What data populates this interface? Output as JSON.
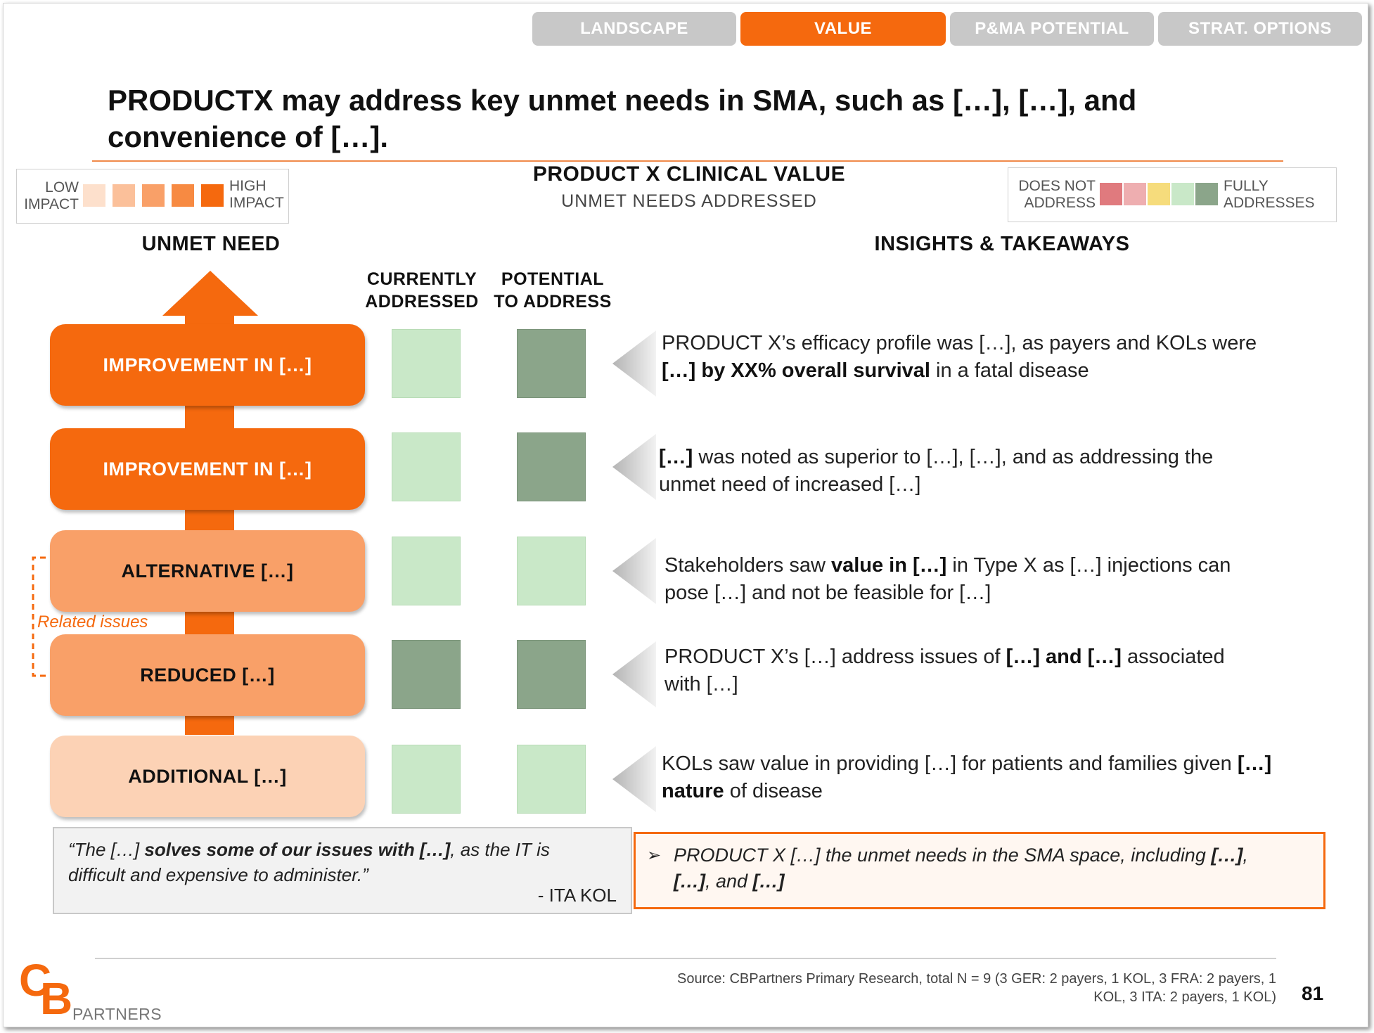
{
  "nav": {
    "tabs": [
      {
        "label": "LANDSCAPE"
      },
      {
        "label": "VALUE"
      },
      {
        "label": "P&MA POTENTIAL"
      },
      {
        "label": "STRAT. OPTIONS"
      }
    ],
    "active_index": 1
  },
  "title": {
    "line1": "PRODUCTX may address key unmet needs in SMA, such as […], […], and",
    "line2": "convenience of […]."
  },
  "impact_legend": {
    "low_line1": "LOW",
    "low_line2": "IMPACT",
    "high_line1": "HIGH",
    "high_line2": "IMPACT",
    "swatches": [
      "#fde0cc",
      "#fbc09a",
      "#f9a068",
      "#f78a42",
      "#f5690e"
    ]
  },
  "center": {
    "title": "PRODUCT X CLINICAL  VALUE",
    "subtitle": "UNMET  NEEDS ADDRESSED"
  },
  "address_legend": {
    "left_line1": "DOES NOT",
    "left_line2": "ADDRESS",
    "right_line1": "FULLY",
    "right_line2": "ADDRESSES",
    "swatches": [
      "#e07a7e",
      "#eeaeb0",
      "#f6dc7c",
      "#c9e8c8",
      "#8ba58a"
    ]
  },
  "headers": {
    "unmet_need": "UNMET NEED",
    "insights": "INSIGHTS & TAKEAWAYS",
    "currently_line1": "CURRENTLY",
    "currently_line2": "ADDRESSED",
    "potential_line1": "POTENTIAL",
    "potential_line2": "TO ADDRESS"
  },
  "related_issues": "Related issues",
  "rows": [
    {
      "need": "IMPROVEMENT IN […]",
      "need_shade": "dark",
      "currently": "partial",
      "potential": "full",
      "insight_line1": [
        {
          "t": "PRODUCT X’s efficacy profile was […], as payers and KOLs were",
          "b": false
        }
      ],
      "insight_line2": [
        {
          "t": "[…] by XX% overall survival",
          "b": true
        },
        {
          "t": " in a fatal disease",
          "b": false
        }
      ]
    },
    {
      "need": "IMPROVEMENT IN […]",
      "need_shade": "dark",
      "currently": "partial",
      "potential": "full",
      "insight_line1": [
        {
          "t": "[…]",
          "b": true
        },
        {
          "t": " was noted as superior to […], […], and as addressing the",
          "b": false
        }
      ],
      "insight_line2": [
        {
          "t": "unmet need of increased […]",
          "b": false
        }
      ]
    },
    {
      "need": "ALTERNATIVE […]",
      "need_shade": "mid",
      "currently": "partial",
      "potential": "partial",
      "insight_line1": [
        {
          "t": "Stakeholders saw ",
          "b": false
        },
        {
          "t": "value in […]",
          "b": true
        },
        {
          "t": " in Type X as […] injections can",
          "b": false
        }
      ],
      "insight_line2": [
        {
          "t": "pose […] and not be feasible for […]",
          "b": false
        }
      ]
    },
    {
      "need": "REDUCED […]",
      "need_shade": "mid",
      "currently": "full",
      "potential": "full",
      "insight_line1": [
        {
          "t": "PRODUCT X’s […] address issues of ",
          "b": false
        },
        {
          "t": "[…] and […]",
          "b": true
        },
        {
          "t": " associated",
          "b": false
        }
      ],
      "insight_line2": [
        {
          "t": "with […]",
          "b": false
        }
      ]
    },
    {
      "need": "ADDITIONAL […]",
      "need_shade": "light",
      "currently": "partial",
      "potential": "partial",
      "insight_line1": [
        {
          "t": "KOLs saw value in providing […] for patients and families given ",
          "b": false
        },
        {
          "t": "[…]",
          "b": true
        }
      ],
      "insight_line2": [
        {
          "t": "nature",
          "b": true
        },
        {
          "t": " of disease",
          "b": false
        }
      ]
    }
  ],
  "quote": {
    "line1": [
      {
        "t": "“The […] ",
        "b": false
      },
      {
        "t": "solves some of our issues with […]",
        "b": true
      },
      {
        "t": ", as the IT is",
        "b": false
      }
    ],
    "line2": "difficult and expensive to administer.”",
    "attribution": "- ITA KOL"
  },
  "summary": {
    "bullet": "➢",
    "line1": [
      {
        "t": "PRODUCT X […] the unmet needs in the SMA space, including ",
        "b": false
      },
      {
        "t": "[…]",
        "b": true
      },
      {
        "t": ",",
        "b": false
      }
    ],
    "line2": [
      {
        "t": "[…]",
        "b": true
      },
      {
        "t": ", and ",
        "b": false
      },
      {
        "t": "[…]",
        "b": true
      }
    ]
  },
  "footer": {
    "logo_c": "C",
    "logo_b": "B",
    "logo_word": "PARTNERS",
    "source_line1": "Source: CBPartners Primary Research, total N = 9 (3 GER: 2 payers, 1 KOL, 3 FRA: 2 payers, 1",
    "source_line2": "KOL, 3 ITA: 2 payers, 1 KOL)",
    "page_number": "81"
  },
  "colors": {
    "accent": "#f5690e",
    "tab_inactive": "#c8c8c8",
    "green_light": "#c9e8c8",
    "green_dark": "#8ba58a"
  }
}
